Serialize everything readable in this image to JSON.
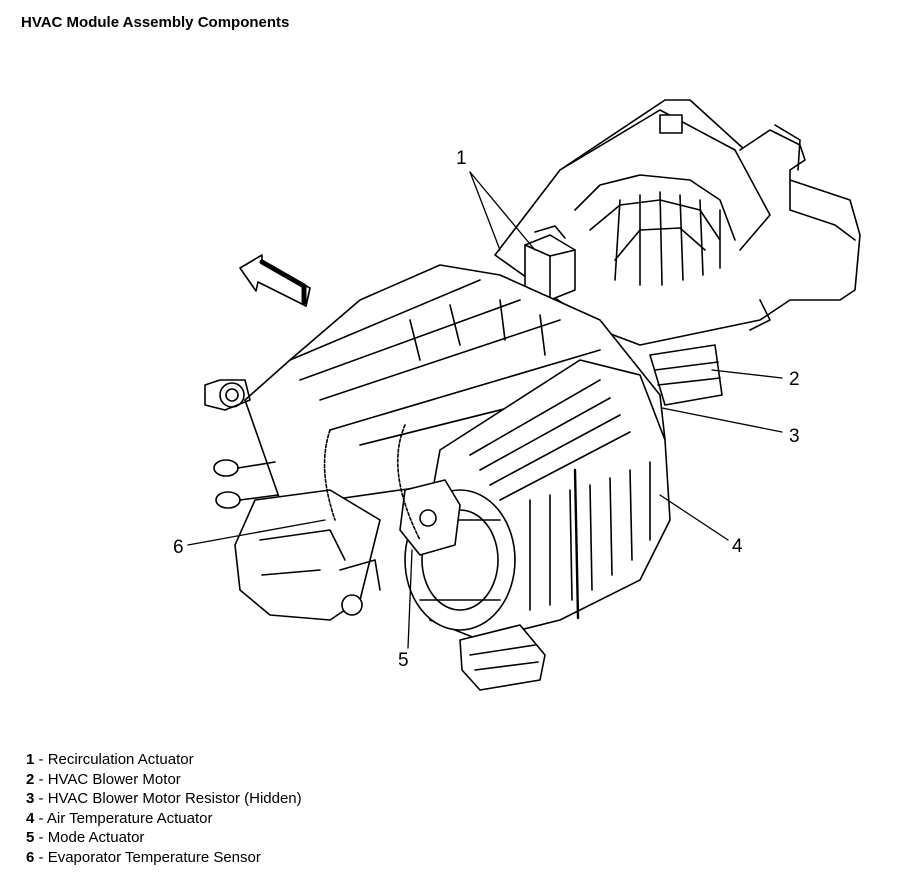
{
  "title": "HVAC Module Assembly Components",
  "callouts": [
    "1",
    "2",
    "3",
    "4",
    "5",
    "6"
  ],
  "legend": [
    {
      "num": "1",
      "sep": " - ",
      "label": "Recirculation Actuator"
    },
    {
      "num": "2",
      "sep": " - ",
      "label": "HVAC Blower Motor"
    },
    {
      "num": "3",
      "sep": " - ",
      "label": "HVAC Blower Motor Resistor (Hidden)"
    },
    {
      "num": "4",
      "sep": " - ",
      "label": "Air Temperature Actuator"
    },
    {
      "num": "5",
      "sep": " - ",
      "label": "Mode Actuator"
    },
    {
      "num": "6",
      "sep": " - ",
      "label": "Evaporator Temperature Sensor"
    }
  ],
  "colors": {
    "ink": "#000000",
    "background": "#ffffff"
  }
}
